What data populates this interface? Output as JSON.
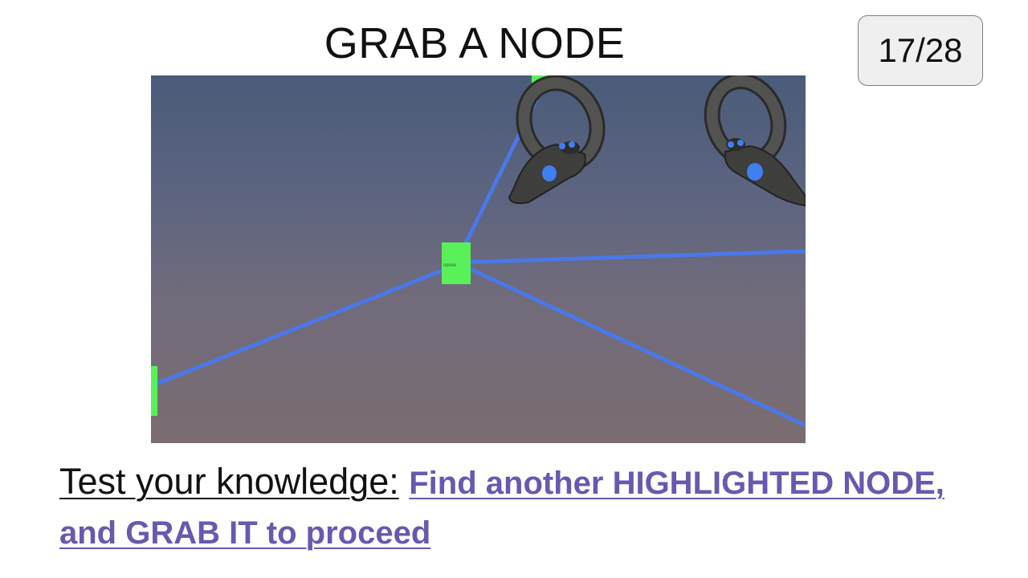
{
  "slide": {
    "title": "GRAB A NODE",
    "counter": "17/28"
  },
  "viewport": {
    "node_label": "conve",
    "colors": {
      "sky_top": "#4b5c78",
      "sky_bottom": "#7a6c72",
      "node": "#5af05a",
      "edge": "#4a78e8",
      "controller_body": "#4a4a48",
      "controller_button": "#3f7ff0"
    }
  },
  "caption": {
    "lead": "Test your knowledge:",
    "instruction": "Find another HIGHLIGHTED NODE, and GRAB IT to proceed",
    "instruction_color": "#6a58b0"
  }
}
